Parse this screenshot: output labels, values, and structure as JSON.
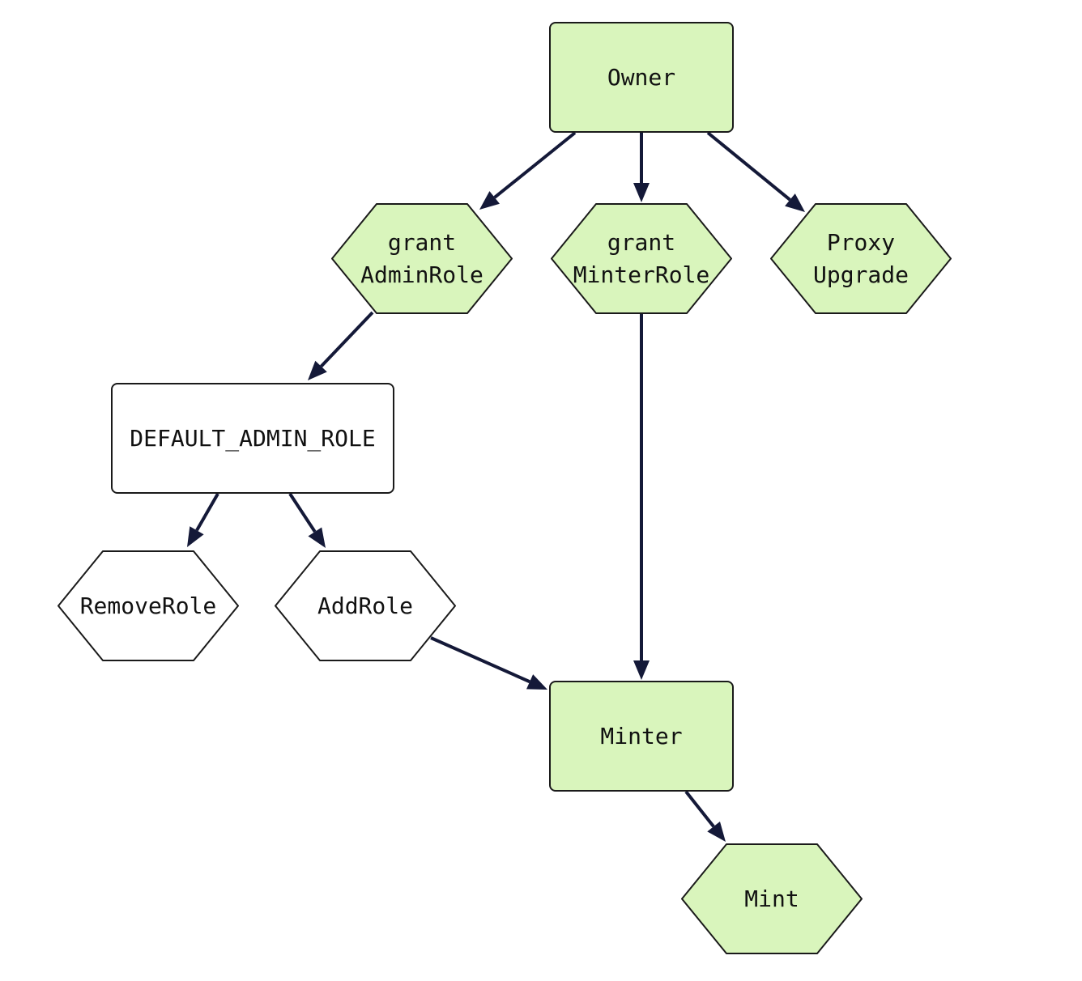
{
  "colors": {
    "highlight_fill": "#d9f5bc",
    "plain_fill": "#ffffff",
    "node_stroke": "#1a1a1a",
    "edge": "#141938"
  },
  "nodes": [
    {
      "id": "owner",
      "shape": "rect",
      "style": "highlight",
      "lines": [
        "Owner"
      ]
    },
    {
      "id": "grant-admin-role",
      "shape": "hexagon",
      "style": "highlight",
      "lines": [
        "grant",
        "AdminRole"
      ]
    },
    {
      "id": "grant-minter-role",
      "shape": "hexagon",
      "style": "highlight",
      "lines": [
        "grant",
        "MinterRole"
      ]
    },
    {
      "id": "proxy-upgrade",
      "shape": "hexagon",
      "style": "highlight",
      "lines": [
        "Proxy",
        "Upgrade"
      ]
    },
    {
      "id": "default-admin-role",
      "shape": "rect",
      "style": "plain",
      "lines": [
        "DEFAULT_ADMIN_ROLE"
      ]
    },
    {
      "id": "remove-role",
      "shape": "hexagon",
      "style": "plain",
      "lines": [
        "RemoveRole"
      ]
    },
    {
      "id": "add-role",
      "shape": "hexagon",
      "style": "plain",
      "lines": [
        "AddRole"
      ]
    },
    {
      "id": "minter",
      "shape": "rect",
      "style": "highlight",
      "lines": [
        "Minter"
      ]
    },
    {
      "id": "mint",
      "shape": "hexagon",
      "style": "highlight",
      "lines": [
        "Mint"
      ]
    }
  ],
  "edges": [
    {
      "from": "owner",
      "to": "grant-admin-role"
    },
    {
      "from": "owner",
      "to": "grant-minter-role"
    },
    {
      "from": "owner",
      "to": "proxy-upgrade"
    },
    {
      "from": "grant-admin-role",
      "to": "default-admin-role"
    },
    {
      "from": "grant-minter-role",
      "to": "minter"
    },
    {
      "from": "default-admin-role",
      "to": "remove-role"
    },
    {
      "from": "default-admin-role",
      "to": "add-role"
    },
    {
      "from": "add-role",
      "to": "minter"
    },
    {
      "from": "minter",
      "to": "mint"
    }
  ]
}
